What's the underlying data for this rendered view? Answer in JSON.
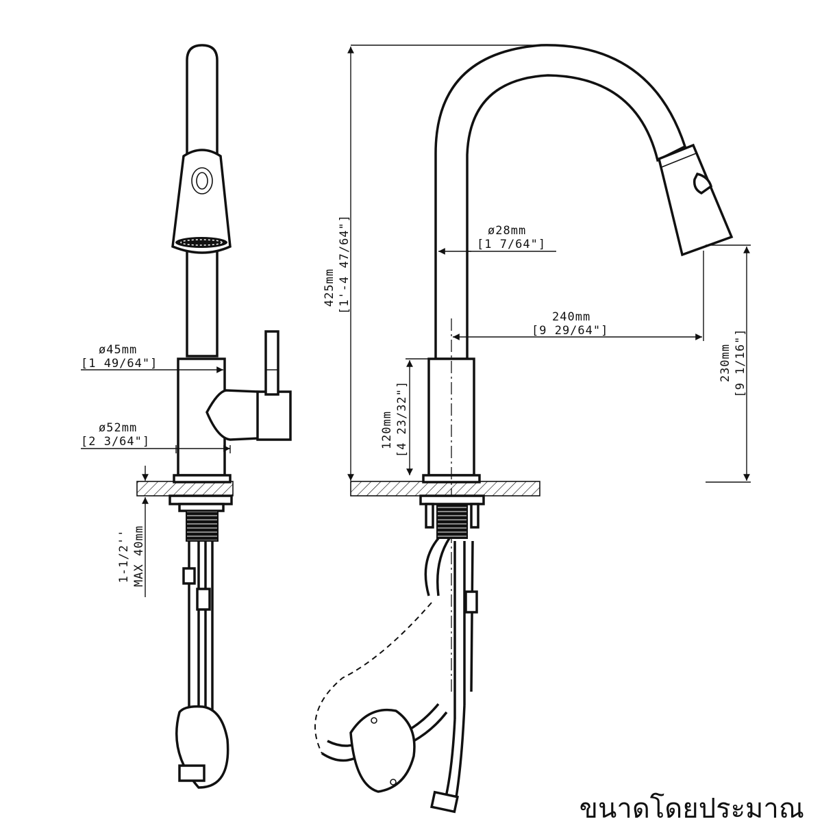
{
  "dimensions": {
    "height_total": {
      "metric": "425mm",
      "imperial": "[1'-4 47/64\"]"
    },
    "spout_dia": {
      "metric": "ø28mm",
      "imperial": "[1 7/64\"]"
    },
    "reach": {
      "metric": "240mm",
      "imperial": "[9 29/64\"]"
    },
    "spout_height": {
      "metric": "230mm",
      "imperial": "[9 1/16\"]"
    },
    "body_height": {
      "metric": "120mm",
      "imperial": "[4 23/32\"]"
    },
    "handle_dia": {
      "metric": "ø45mm",
      "imperial": "[1 49/64\"]"
    },
    "base_dia": {
      "metric": "ø52mm",
      "imperial": "[2 3/64\"]"
    },
    "hole": {
      "line1": "1-1/2''",
      "line2": "MAX 40mm"
    }
  },
  "caption": "ขนาดโดยประมาณ"
}
